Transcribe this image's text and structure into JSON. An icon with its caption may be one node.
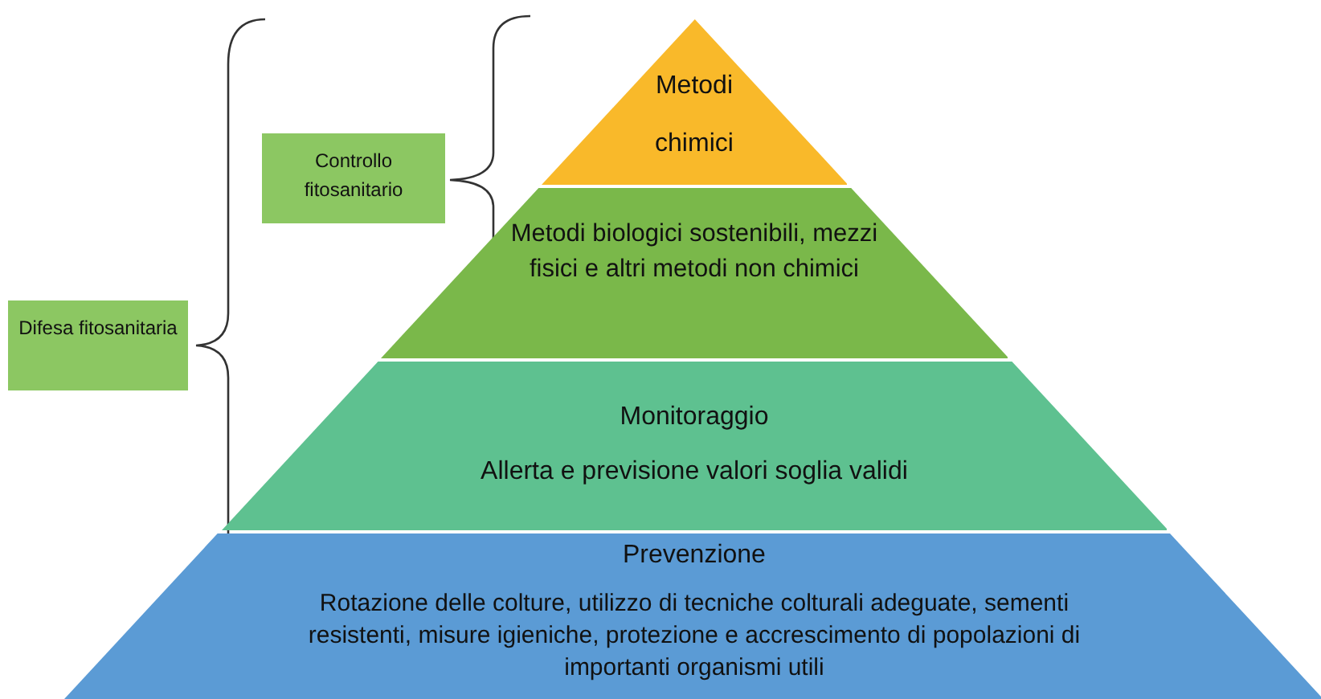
{
  "diagram": {
    "nodes": [
      {
        "text": [
          "Difesa fitosanitaria"
        ]
      },
      {
        "text": [
          "Controllo fitosanitario"
        ]
      },
      {
        "text": [
          "Metodi chimici"
        ]
      },
      {
        "text": [
          "Metodi biologici sostenibili, mezzi fisici e altri metodi non chimici"
        ]
      },
      {
        "text": [
          "Monitoraggio",
          "Allerta e previsione valori soglia validi"
        ]
      },
      {
        "text": [
          "Prevenzione",
          "Rotazione delle colture, utilizzo di tecniche colturali adeguate, sementi resistenti, misure igieniche, protezione e accrescimento di popolazioni di importanti organismi utili"
        ]
      }
    ]
  }
}
